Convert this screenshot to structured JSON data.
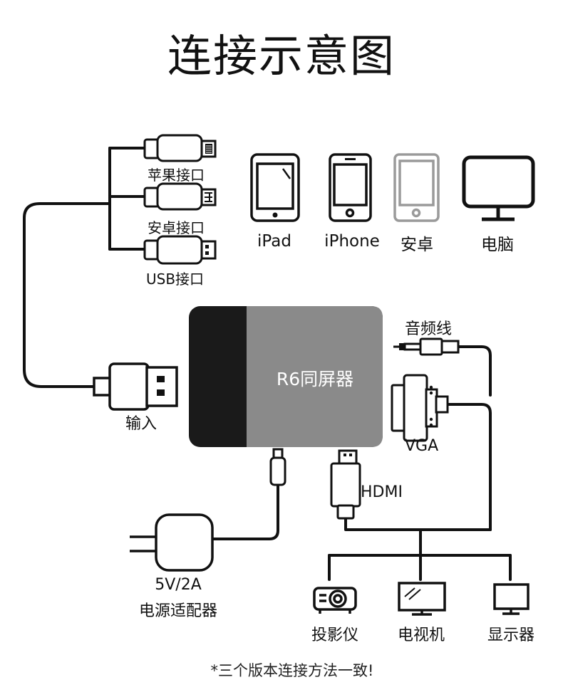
{
  "title": "连接示意图",
  "hub": {
    "name": "R6同屏器"
  },
  "cable_tips": {
    "apple": "苹果接口",
    "android": "安卓接口",
    "usb": "USB接口"
  },
  "devices": [
    {
      "icon": "ipad-icon",
      "label": "iPad"
    },
    {
      "icon": "iphone-icon",
      "label": "iPhone"
    },
    {
      "icon": "android-phone-icon",
      "label": "安卓"
    },
    {
      "icon": "computer-monitor-icon",
      "label": "电脑"
    }
  ],
  "ports": {
    "input": "输入",
    "audio": "音频线",
    "vga": "VGA",
    "hdmi": "HDMI"
  },
  "power": {
    "spec": "5V/2A",
    "name": "电源适配器"
  },
  "outputs": [
    {
      "icon": "projector-icon",
      "label": "投影仪"
    },
    {
      "icon": "tv-icon",
      "label": "电视机"
    },
    {
      "icon": "display-icon",
      "label": "显示器"
    }
  ],
  "footnote": "*三个版本连接方法一致!",
  "colors": {
    "hub_body": "#8a8a8a",
    "hub_end": "#1a1a1a",
    "line": "#111111",
    "android_device": "#9a9a9a"
  }
}
